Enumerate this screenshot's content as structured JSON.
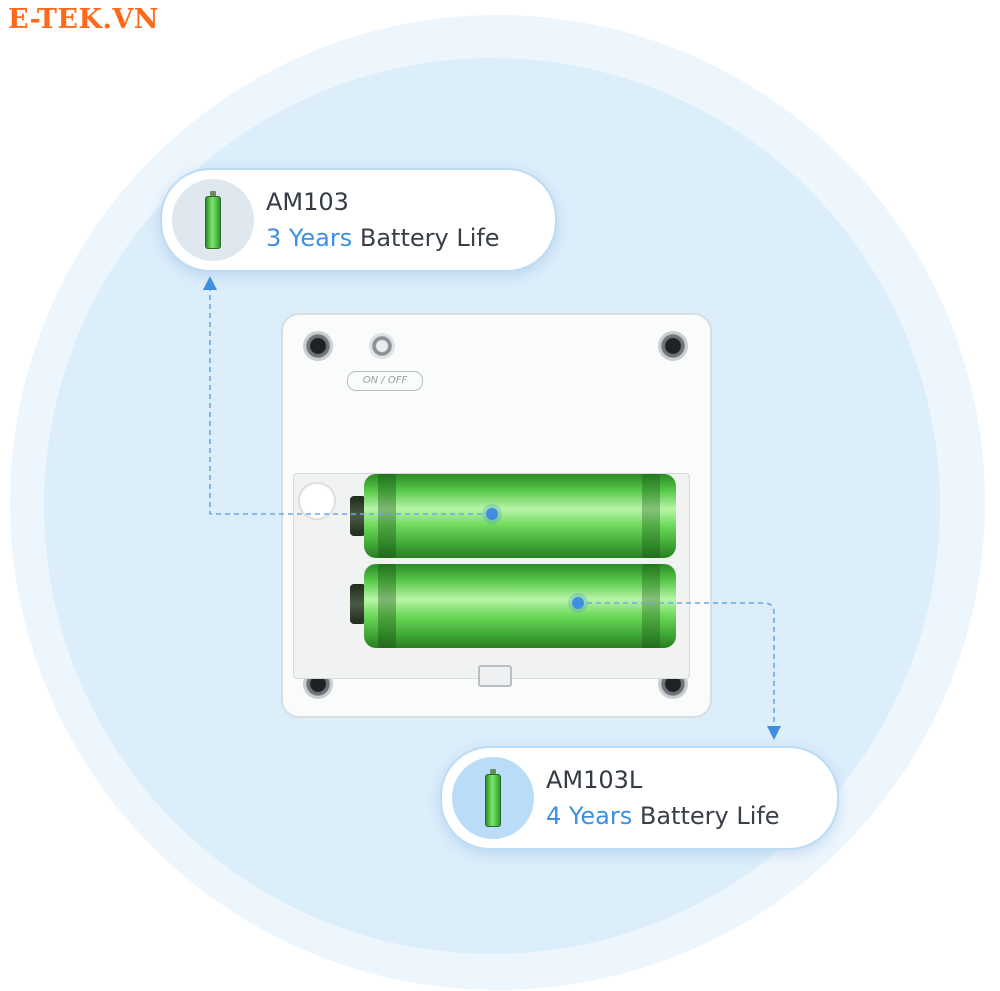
{
  "watermark": "E-TEK.VN",
  "callouts": [
    {
      "model": "AM103",
      "years": "3 Years",
      "life_text": "Battery Life",
      "icon": "battery-icon"
    },
    {
      "model": "AM103L",
      "years": "4 Years",
      "life_text": "Battery Life",
      "icon": "battery-icon"
    }
  ],
  "device": {
    "switch_label": "ON / OFF"
  },
  "colors": {
    "accent": "#3e8fe0",
    "battery_green": "#58c94a",
    "watermark": "#ff6a1a",
    "background_circle": "#ddeefb"
  }
}
